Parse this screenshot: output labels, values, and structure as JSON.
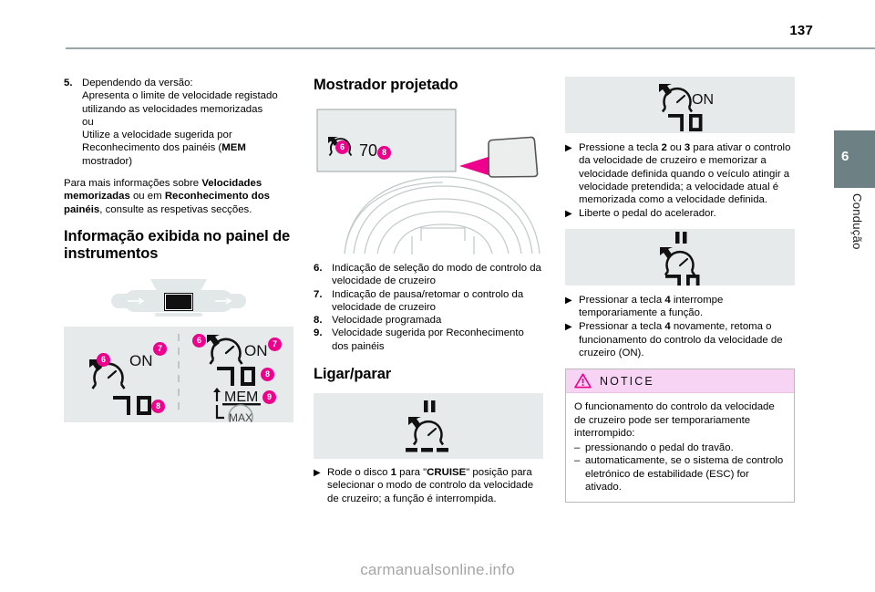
{
  "page": {
    "number": "137",
    "chapter_number": "6",
    "chapter_name": "Condução",
    "footer_url": "carmanualsonline.info"
  },
  "colors": {
    "accent_magenta": "#ec008c",
    "chapter_tab": "#6d8083",
    "notice_header_bg": "#f7d4f4",
    "figure_bg": "#e6eaea",
    "rule": "#9aa7a9"
  },
  "left_column": {
    "step": {
      "num": "5.",
      "line1": "Dependendo da versão:",
      "line2": "Apresenta o limite de velocidade registado",
      "line3": "utilizando as velocidades memorizadas",
      "line4": "ou",
      "line5": "Utilize a velocidade sugerida por",
      "line6_a": "Reconhecimento dos painéis (",
      "line6_b": "MEM",
      "line7": "mostrador)"
    },
    "paragraph": {
      "a": "Para mais informações sobre ",
      "b": "Velocidades memorizadas",
      "c": " ou em ",
      "d": "Reconhecimento dos painéis",
      "e": ", consulte as respetivas secções."
    },
    "heading": "Informação exibida no painel de instrumentos",
    "cluster_figure": {
      "left_display": {
        "status": "ON",
        "speed": "70",
        "badges": [
          "6",
          "7",
          "8"
        ]
      },
      "right_display": {
        "status": "ON",
        "speed": "70",
        "mem_label": "MEM",
        "max_label": "MAX",
        "badges": [
          "6",
          "7",
          "8",
          "9"
        ]
      }
    }
  },
  "mid_column": {
    "heading": "Mostrador projetado",
    "hud_figure": {
      "speed": "70",
      "badges": [
        "6",
        "8"
      ]
    },
    "items": [
      {
        "num": "6.",
        "text": "Indicação de seleção do modo de controlo da velocidade de cruzeiro"
      },
      {
        "num": "7.",
        "text": "Indicação de pausa/retomar o controlo da velocidade de cruzeiro"
      },
      {
        "num": "8.",
        "text": "Velocidade programada"
      },
      {
        "num": "9.",
        "text": "Velocidade sugerida por Reconhecimento dos painéis"
      }
    ],
    "heading2": "Ligar/parar",
    "onoff_figure": {
      "indicator": "pause",
      "speed_dashes": "---"
    },
    "instruction": {
      "a": "Rode o disco ",
      "b": "1",
      "c": " para \"",
      "d": "CRUISE",
      "e": "\" posição para selecionar o modo de controlo da velocidade de cruzeiro; a função é interrompida."
    }
  },
  "right_column": {
    "on_figure": {
      "status": "ON",
      "speed": "70"
    },
    "instruction1": {
      "a": "Pressione a tecla ",
      "b": "2",
      "c": " ou ",
      "d": "3",
      "e": " para ativar o controlo da velocidade de cruzeiro e memorizar a velocidade definida quando o veículo atingir a velocidade pretendida; a velocidade atual é memorizada como a velocidade definida."
    },
    "instruction2": "Liberte o pedal do acelerador.",
    "pause_figure": {
      "status": "pause",
      "speed": "70"
    },
    "instruction3": {
      "a": "Pressionar a tecla ",
      "b": "4",
      "c": " interrompe temporariamente a função."
    },
    "instruction4": {
      "a": "Pressionar a tecla ",
      "b": "4",
      "c": " novamente, retoma o funcionamento do controlo da velocidade de cruzeiro (ON)."
    },
    "notice": {
      "title": "NOTICE",
      "body": "O funcionamento do controlo da velocidade de cruzeiro pode ser temporariamente interrompido:",
      "bullets": [
        "pressionando o pedal do travão.",
        "automaticamente, se o sistema de controlo eletrónico de estabilidade (ESC) for ativado."
      ]
    }
  }
}
